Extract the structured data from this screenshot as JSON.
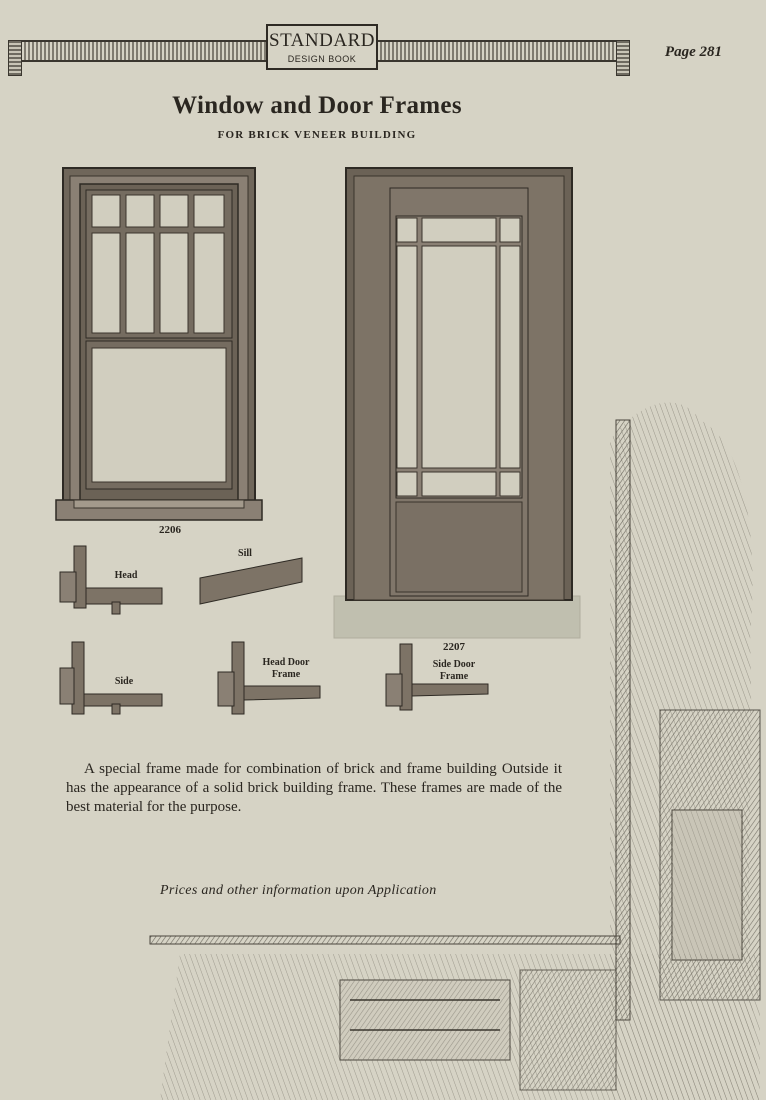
{
  "header": {
    "logo_top": "STANDARD",
    "logo_bottom": "DESIGN BOOK",
    "page_number": "Page 281"
  },
  "title": "Window and Door Frames",
  "subtitle": "FOR BRICK VENEER BUILDING",
  "window": {
    "number": "2206"
  },
  "door": {
    "number": "2207"
  },
  "details": {
    "head": "Head",
    "sill": "Sill",
    "side": "Side",
    "head_door_frame": [
      "Head Door",
      "Frame"
    ],
    "side_door_frame": [
      "Side Door",
      "Frame"
    ]
  },
  "description": "A special frame made for combination of brick and frame building Outside it has the appearance of a solid brick building frame.  These frames are made of the best material for the purpose.",
  "prices": "Prices and other information upon Application",
  "colors": {
    "paper": "#d6d3c5",
    "ink": "#2a2620",
    "wood": "#7d7366",
    "sill": "#c0bfaf"
  }
}
